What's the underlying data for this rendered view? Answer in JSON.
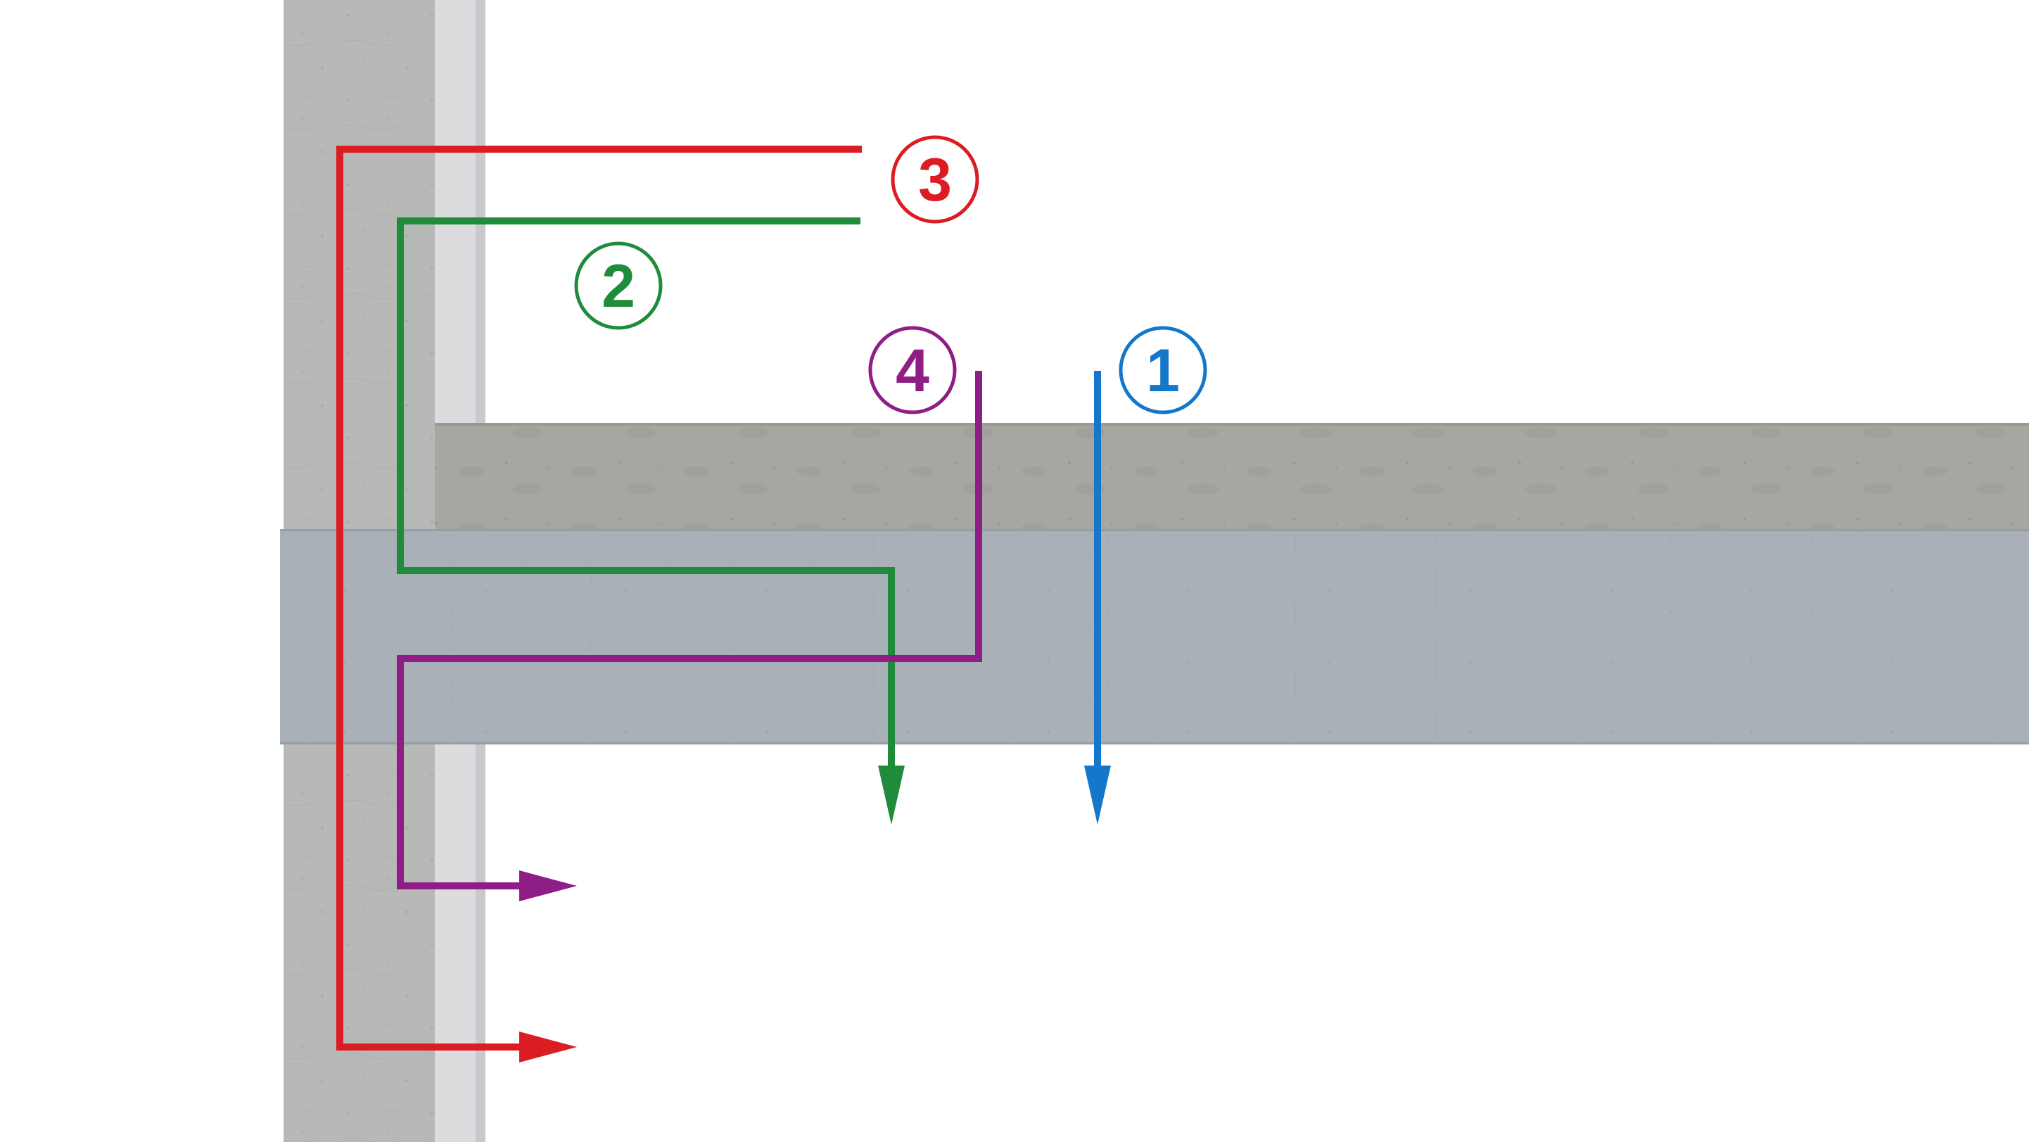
{
  "colors": {
    "background": "#ffffff",
    "concrete_wall": "#b7b9b7",
    "insulation_strip": "#dcdcdf",
    "screed_layer": "#a6a7a0",
    "slab": "#a9b0b7",
    "path_1": "#1477c9",
    "path_2": "#1e8c3a",
    "path_3": "#dc1c23",
    "path_4": "#8e1d86"
  },
  "paths": [
    {
      "id": "1",
      "label": "1",
      "color_key": "path_1",
      "arrow": "arrow-down"
    },
    {
      "id": "2",
      "label": "2",
      "color_key": "path_2",
      "arrow": "arrow-down"
    },
    {
      "id": "3",
      "label": "3",
      "color_key": "path_3",
      "arrow": "arrow-right"
    },
    {
      "id": "4",
      "label": "4",
      "color_key": "path_4",
      "arrow": "arrow-right"
    }
  ]
}
